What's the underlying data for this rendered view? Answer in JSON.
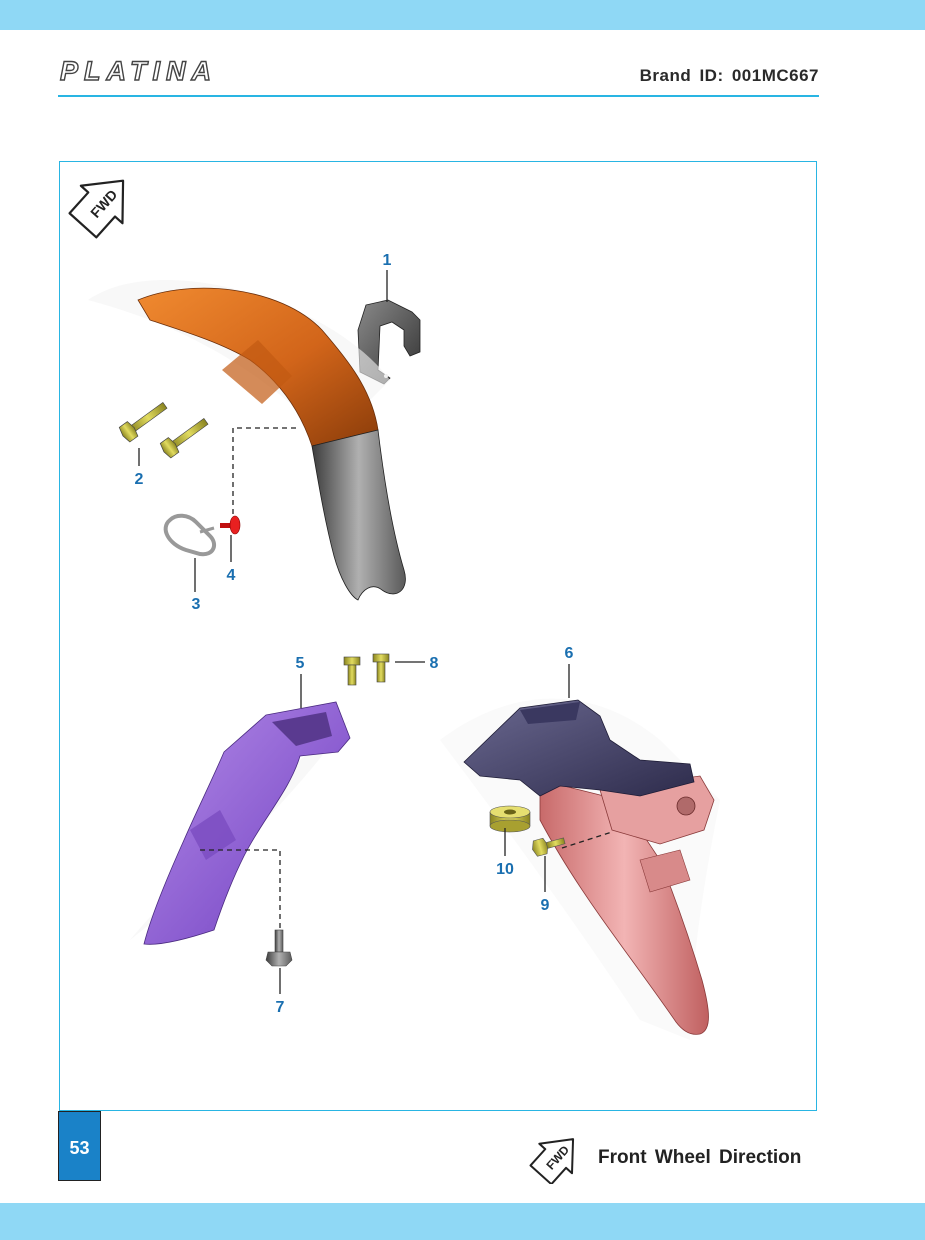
{
  "header": {
    "brand_logo_text": "PLATINA",
    "brand_id": "Brand ID: 001MC667"
  },
  "diagram": {
    "fwd_badge": "FWD",
    "callouts": [
      "1",
      "2",
      "3",
      "4",
      "5",
      "6",
      "7",
      "8",
      "9",
      "10"
    ]
  },
  "footer": {
    "page_number": "53",
    "legend_icon_text": "FWD",
    "legend_label": "Front Wheel Direction"
  },
  "colors": {
    "band": "#8fd8f5",
    "rule": "#29b5e3",
    "page_box": "#1a82c8",
    "callout_text": "#1a6fb0",
    "front_fender_orange": "#e0701a",
    "rear_inner_purple": "#9a6ad8",
    "rear_fender_pink": "#e8a0a0",
    "bracket_navy": "#4a4870",
    "fasteners_yellow": "#c8c040"
  }
}
